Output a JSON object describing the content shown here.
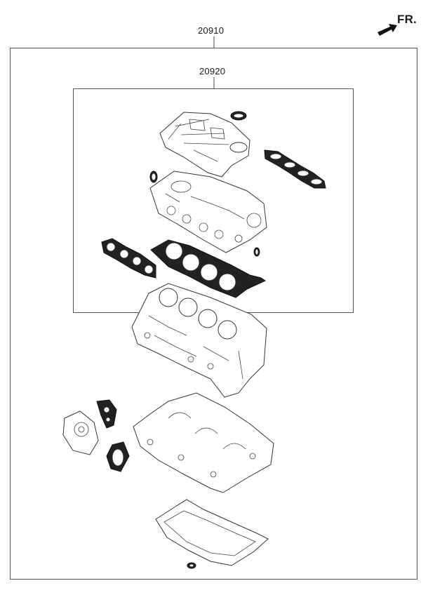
{
  "diagram": {
    "outer_assembly_code": "20910",
    "inner_assembly_code": "20920",
    "front_indicator": "FR."
  }
}
